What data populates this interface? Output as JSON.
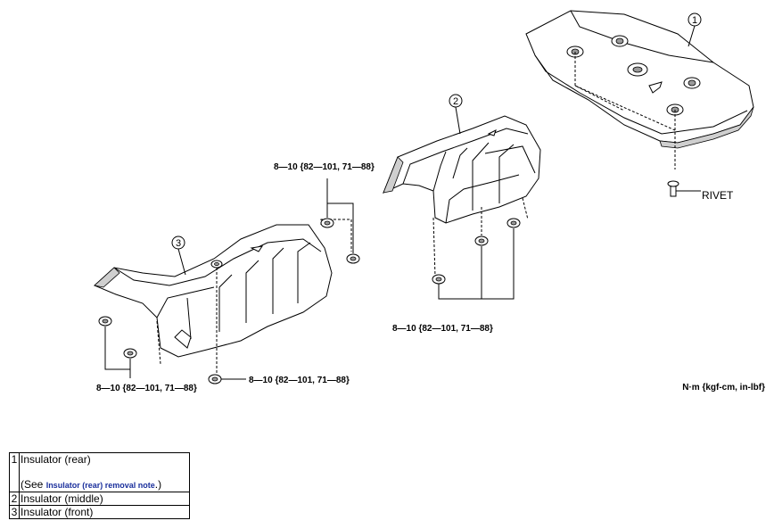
{
  "diagram": {
    "callouts": [
      "1",
      "2",
      "3"
    ],
    "torque_label": "8—10 {82—101, 71—88}",
    "rivet_label": "RIVET",
    "unit_label": "N·m {kgf-cm, in-lbf}"
  },
  "legend": {
    "rows": [
      {
        "num": "1",
        "text": "Insulator (rear)",
        "note_prefix": "(See ",
        "note_link": "Insulator (rear) removal note",
        "note_suffix": ".)"
      },
      {
        "num": "2",
        "text": "Insulator (middle)"
      },
      {
        "num": "3",
        "text": "Insulator (front)"
      }
    ]
  }
}
